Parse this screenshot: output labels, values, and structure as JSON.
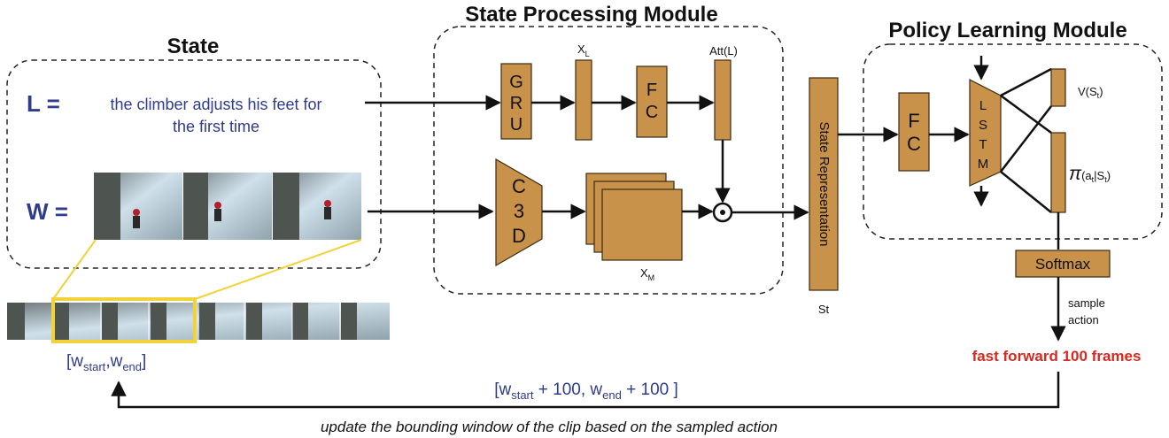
{
  "titles": {
    "state": "State",
    "state_processing": "State Processing Module",
    "policy_learning": "Policy Learning Module"
  },
  "state": {
    "l_prefix": "L =",
    "l_text_line1": "the climber adjusts his feet for",
    "l_text_line2": "the first time",
    "w_prefix": "W ="
  },
  "processing": {
    "gru_letters": [
      "G",
      "R",
      "U"
    ],
    "fc_letters": [
      "F",
      "C"
    ],
    "c3d_letters": [
      "C",
      "3",
      "D"
    ],
    "xl_main": "X",
    "xl_sub": "L",
    "xm_main": "X",
    "xm_sub": "M",
    "att": "Att(L)",
    "dot": "⊙"
  },
  "state_repr": {
    "label": "State Representation",
    "st": "St"
  },
  "policy": {
    "fc_letters": [
      "F",
      "C"
    ],
    "lstm_letters": [
      "L",
      "S",
      "T",
      "M"
    ],
    "v_label": "V(S",
    "v_sub": "t",
    "v_close": ")",
    "pi_symbol": "π",
    "pi_args": "(a",
    "pi_sub1": "t",
    "pi_mid": "|S",
    "pi_sub2": "t",
    "pi_close": ")",
    "softmax": "Softmax",
    "sample_line1": "sample",
    "sample_line2": "action"
  },
  "action": {
    "text": "fast forward 100 frames"
  },
  "window": {
    "start_main": "w",
    "start_sub": "start",
    "comma": ",",
    "end_main": "w",
    "end_sub": "end"
  },
  "update": {
    "prefix": "[w",
    "start_sub": "start",
    "mid": " + 100, w",
    "end_sub": "end",
    "suffix": " + 100 ]",
    "caption": "update the bounding window of the clip based on the sampled action"
  },
  "colors": {
    "block_fill": "#c8924a",
    "block_stroke": "#3b2a12",
    "highlight": "#f2d23a",
    "label_blue": "#2f3b8c",
    "action_red": "#d9281e"
  }
}
